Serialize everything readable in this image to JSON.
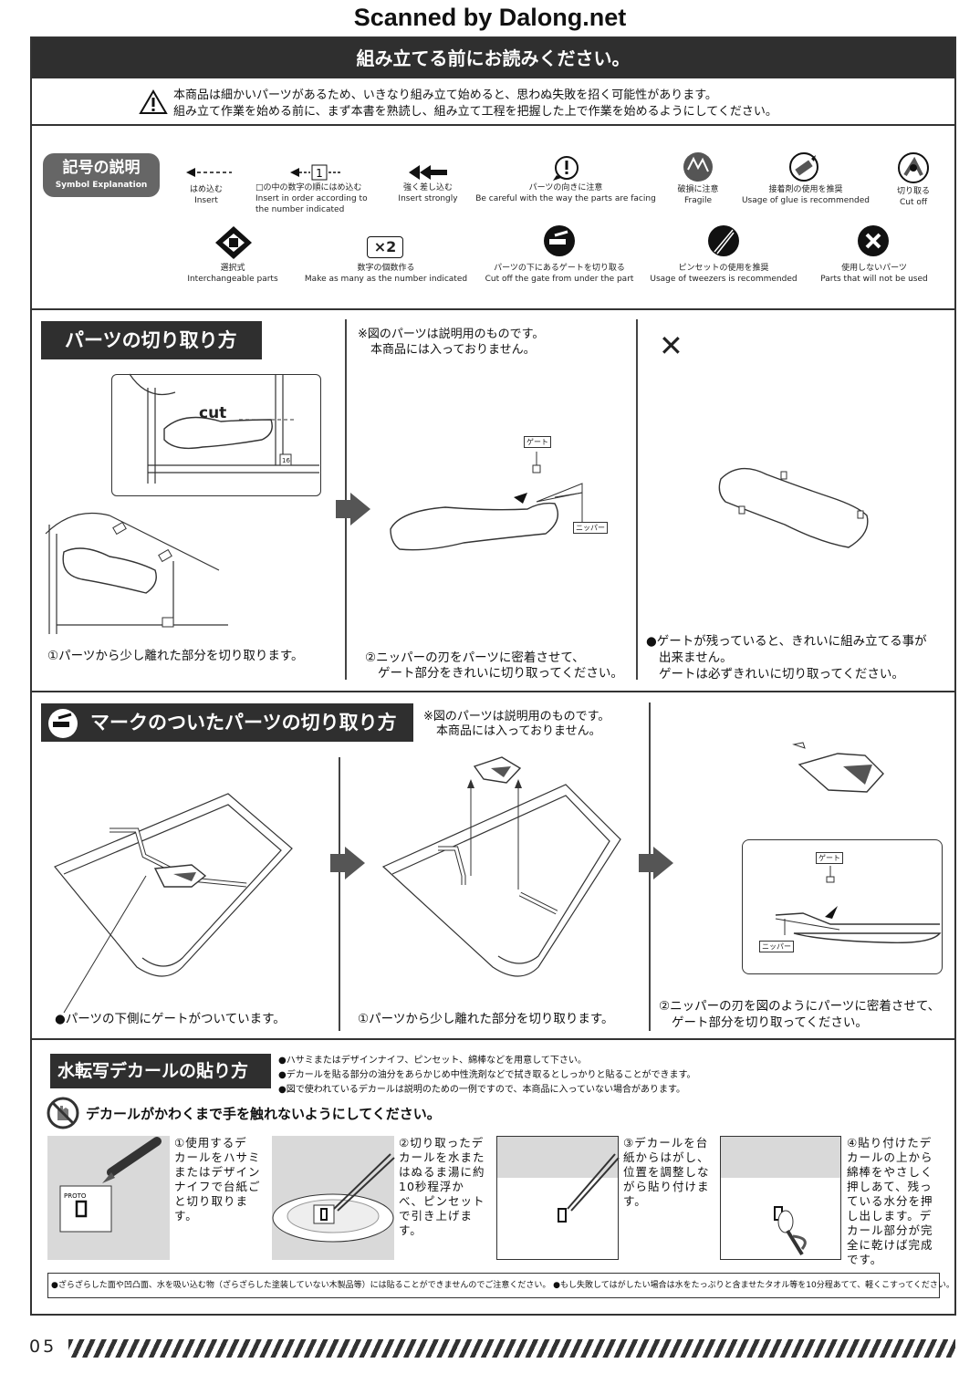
{
  "watermark": "Scanned by Dalong.net",
  "header": {
    "title": "組み立てる前にお読みください。",
    "warning_line1": "本商品は細かいパーツがあるため、いきなり組み立て始めると、思わぬ失敗を招く可能性があります。",
    "warning_line2": "組み立て作業を始める前に、まず本書を熟読し、組み立て工程を把握した上で作業を始めるようにしてください。"
  },
  "symbols": {
    "badge_jp": "記号の説明",
    "badge_en": "Symbol Explanation",
    "items": [
      {
        "jp": "はめ込む",
        "en": "Insert",
        "icon": "insert-arrow-icon"
      },
      {
        "jp": "□の中の数字の順にはめ込む",
        "en": "Insert in order according to the number indicated",
        "icon": "insert-order-icon",
        "num": "1"
      },
      {
        "jp": "強く差し込む",
        "en": "Insert strongly",
        "icon": "insert-strong-icon"
      },
      {
        "jp": "パーツの向きに注意",
        "en": "Be careful with the way the parts are facing",
        "icon": "caution-icon"
      },
      {
        "jp": "破損に注意",
        "en": "Fragile",
        "icon": "fragile-icon"
      },
      {
        "jp": "接着剤の使用を推奨",
        "en": "Usage of glue is recommended",
        "icon": "glue-icon"
      },
      {
        "jp": "切り取る",
        "en": "Cut off",
        "icon": "cut-off-icon"
      },
      {
        "jp": "選択式",
        "en": "Interchangeable parts",
        "icon": "interchangeable-icon"
      },
      {
        "jp": "数字の個数作る",
        "en": "Make as many as the number indicated",
        "icon": "multiply-icon",
        "num": "×2"
      },
      {
        "jp": "パーツの下にあるゲートを切り取る",
        "en": "Cut off the gate from under the part",
        "icon": "gate-under-icon"
      },
      {
        "jp": "ピンセットの使用を推奨",
        "en": "Usage of tweezers is recommended",
        "icon": "tweezers-icon"
      },
      {
        "jp": "使用しないパーツ",
        "en": "Parts that will not be used",
        "icon": "unused-parts-icon"
      }
    ]
  },
  "section1": {
    "title": "パーツの切り取り方",
    "cut_label": "cut",
    "runner_num": "16",
    "note": "※図のパーツは説明用のものです。",
    "note2": "本商品には入っておりません。",
    "gate_label": "ゲート",
    "nipper_label": "ニッパー",
    "wrong_mark": "✕",
    "cap1": "①パーツから少し離れた部分を切り取ります。",
    "cap2a": "②ニッパーの刃をパーツに密着させて、",
    "cap2b": "ゲート部分をきれいに切り取ってください。",
    "cap3a": "●ゲートが残っていると、きれいに組み立てる事が",
    "cap3b": "出来ません。",
    "cap3c": "ゲートは必ずきれいに切り取ってください。"
  },
  "section2": {
    "title": "マークのついたパーツの切り取り方",
    "note": "※図のパーツは説明用のものです。",
    "note2": "本商品には入っておりません。",
    "gate_label": "ゲート",
    "nipper_label": "ニッパー",
    "cap1": "●パーツの下側にゲートがついています。",
    "cap2": "①パーツから少し離れた部分を切り取ります。",
    "cap3a": "②ニッパーの刃を図のようにパーツに密着させて、",
    "cap3b": "ゲート部分を切り取ってください。"
  },
  "section3": {
    "title": "水転写デカールの貼り方",
    "bullets": [
      "●ハサミまたはデザインナイフ、ピンセット、綿棒などを用意して下さい。",
      "●デカールを貼る部分の油分をあらかじめ中性洗剤などで拭き取るとしっかりと貼ることができます。",
      "●図で使われているデカールは説明のための一例ですので、本商品に入っていない場合があります。"
    ],
    "caution": "デカールがかわくまで手を触れないようにしてください。",
    "decal_text": "PROTO",
    "steps": [
      [
        "①使用するデ",
        "カールをハサミ",
        "またはデザイン",
        "ナイフで台紙ご",
        "と切り取ります。"
      ],
      [
        "②切り取ったデ",
        "カールを水また",
        "はぬるま湯に約",
        "10秒程浮か",
        "べ、ピンセット",
        "で引き上げま",
        "す。"
      ],
      [
        "③デカールを台",
        "紙からはがし、",
        "位置を調整しな",
        "がら貼り付けま",
        "す。"
      ],
      [
        "④貼り付けたデ",
        "カールの上から",
        "綿棒をやさしく",
        "押しあて、残っ",
        "ている水分を押",
        "し出します。デ",
        "カール部分が完",
        "全に乾けば完成",
        "です。"
      ]
    ],
    "footer": "●ざらざらした面や凹凸面、水を吸い込む物（ざらざらした塗装していない木製品等）には貼ることができませんのでご注意ください。 ●もし失敗してはがしたい場合は水をたっぷりと含ませたタオル等を10分程あてて、軽くこすってください。"
  },
  "page_number": "05"
}
